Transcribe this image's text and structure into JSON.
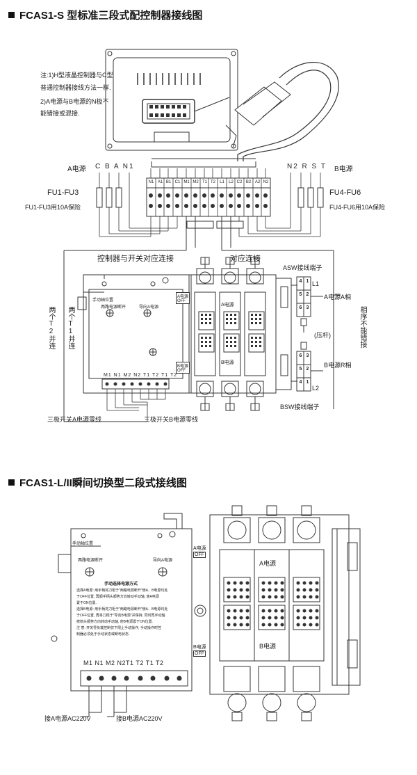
{
  "section1": {
    "title": "FCAS1-S 型标准三段式配控制器接线图",
    "notes": [
      "注:1)H型液晶控制器与C型",
      "普通控制器接线方法一样.",
      "2)A电源与B电源的N极不",
      "能错接或混接."
    ],
    "a_source_label": "A电源",
    "a_phase_labels": "C B A N1",
    "b_phase_labels": "N2 R S T",
    "b_source_label": "B电源",
    "fu_left": "FU1-FU3",
    "fu_left_note": "FU1-FU3用10A保险",
    "fu_right": "FU4-FU6",
    "fu_right_note": "FU4-FU6用10A保险",
    "terminals": [
      "N1",
      "A1",
      "B1",
      "C1",
      "M1",
      "M2",
      "T1",
      "T2",
      "L1",
      "L2",
      "C2",
      "B2",
      "A2",
      "N2"
    ],
    "controller_switch_label": "控制器与开关对应连接",
    "corresponding_label": "对应连接",
    "asw_label": "ASW接线端子",
    "bsw_label": "BSW接线端子",
    "l1": "L1",
    "l2": "L2",
    "asw_pins": [
      [
        "4",
        "1"
      ],
      [
        "5",
        "2"
      ],
      [
        "6",
        "3"
      ]
    ],
    "bsw_pins": [
      [
        "6",
        "3"
      ],
      [
        "5",
        "2"
      ],
      [
        "4",
        "1"
      ]
    ],
    "a_phase_a": "A电源A相",
    "b_phase_r": "B电源R相",
    "phase_seq": "相序不能错接",
    "lever": "(压杆)",
    "t2_parallel": "两个T2并连",
    "t1_parallel": "两个T1并连",
    "manual_pos": "手动轴位置",
    "two_sources_off": "两路电源断开",
    "guide_a": "导向A电源",
    "a_source_box": "A电源",
    "b_source_box": "B电源",
    "off": "OFF",
    "ctrl_terminals": "M1 N1 M2 N2 T1 T2 T1 T2",
    "three_pole_a": "三极开关A电源零线",
    "three_pole_b": "三极开关B电源零线"
  },
  "section2": {
    "title": "FCAS1-L/II瞬间切换型二段式接线图",
    "manual_pos": "手动轴位置",
    "two_sources_off": "两路电源断开",
    "guide_a": "导向A电源",
    "manual_mode_title": "手动选择电源方式",
    "manual_mode_lines": [
      "选择A电源: 用手柄将刀柜于\"两路电源断开\"使A、B电源均处",
      "         于OFF位置, 再顺手柄头顺势方向转动手动轴, 使A电源",
      "         置于ON位置.",
      "选择B电源: 用手柄将刀柜于\"两路电源断开\"使A、B电源均处",
      "         于OFF位置, 再将刀柜于\"导向B电源\"并保持, 同时再手动轴",
      "         按箭头顺势方向转动手动轴, 使B电源置于ON位置.",
      "注    意: 开关导负载控制仅下限止手动操作, 手动操作时控",
      "         制器必须处于手动状态或断电状态."
    ],
    "a_source_off_label": "A电源",
    "b_source_off_label": "B电源",
    "off": "OFF",
    "a_source_box": "A电源",
    "b_source_box": "B电源",
    "terminal_labels": "M1 N1 M2 N2T1 T2 T1 T2",
    "connect_a": "接A电源AC220V",
    "connect_b": "接B电源AC220V"
  }
}
